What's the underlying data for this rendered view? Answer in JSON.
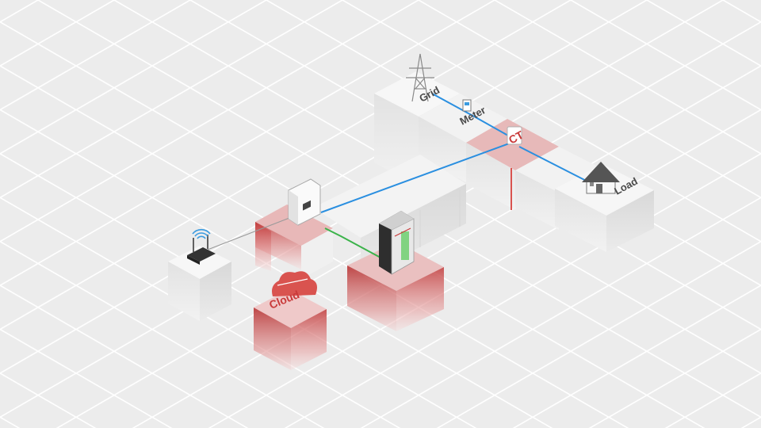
{
  "nodes": {
    "grid_tower": {
      "label": "Grid",
      "icon": "power-tower-icon"
    },
    "meter": {
      "label": "Meter",
      "icon": "energy-meter-icon"
    },
    "ct": {
      "label": "CT",
      "icon": "current-transformer-icon"
    },
    "load": {
      "label": "Load",
      "icon": "house-icon"
    },
    "inverter": {
      "label": "",
      "icon": "hybrid-inverter-icon"
    },
    "battery": {
      "label": "",
      "icon": "battery-cabinet-icon"
    },
    "router": {
      "label": "",
      "icon": "wifi-router-icon"
    },
    "cloud": {
      "label": "Cloud",
      "icon": "cloud-icon"
    }
  },
  "colors": {
    "background": "#ececec",
    "grid_lines": "#ffffff",
    "highlight_red": "#d9534f",
    "block_white": "#f4f4f4",
    "ac_line": "#2a8fe0",
    "dc_line": "#3bb34a",
    "comm_line": "#9a9a9a"
  }
}
